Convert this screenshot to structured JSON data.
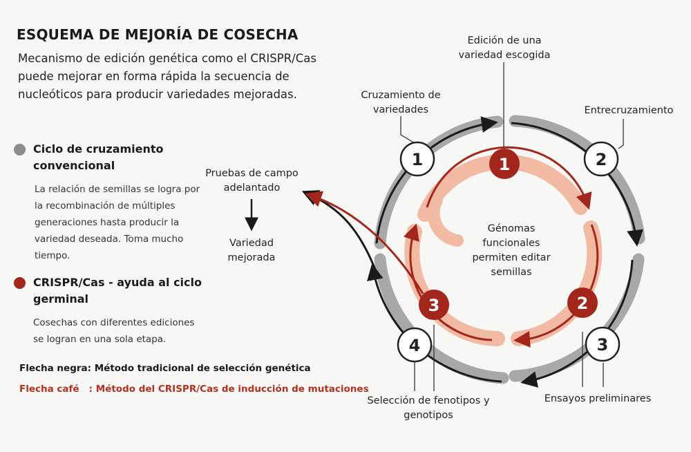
{
  "header": {
    "title": "ESQUEMA DE MEJORÍA DE COSECHA",
    "subtitle": "Mecanismo de edición genética como el CRISPR/Cas puede mejorar en forma rápida la secuencia de nucleóticos para producir variedades mejoradas."
  },
  "legend": {
    "conventional": {
      "title": "Ciclo de cruzamiento convencional",
      "body": "La relación de semillas se logra por la recombinación de múltiples generaciones hasta producir la variedad deseada. Toma mucho tiempo.",
      "color": "#8c8c8c"
    },
    "crispr": {
      "title": "CRISPR/Cas - ayuda al ciclo germinal",
      "body": "Cosechas con diferentes ediciones se logran en una sola etapa.",
      "color": "#a3261c"
    },
    "black_arrow_note": "Flecha negra: Método tradicional de selección genética",
    "brown_arrow_note": "Flecha café   : Método del CRISPR/Cas de inducción de mutaciones"
  },
  "diagram": {
    "outer_labels": {
      "cruzamiento": "Cruzamiento de variedades",
      "edicion": "Edición  de una variedad escogida",
      "entrecruzamiento": "Entrecruzamiento",
      "ensayos": "Ensayos preliminares",
      "seleccion": "Selección de fenotipos y genotipos"
    },
    "center_text": "Génomas funcionales permiten editar semillas",
    "side": {
      "pruebas": "Pruebas de campo adelantado",
      "variedad": "Variedad mejorada"
    },
    "white_steps": [
      "1",
      "2",
      "3",
      "4"
    ],
    "red_steps": [
      "1",
      "2",
      "3"
    ],
    "colors": {
      "gray_band": "#a8a8a8",
      "black_arrow": "#1a1a1a",
      "red": "#a3261c",
      "salmon_band": "#f2b49a"
    }
  }
}
